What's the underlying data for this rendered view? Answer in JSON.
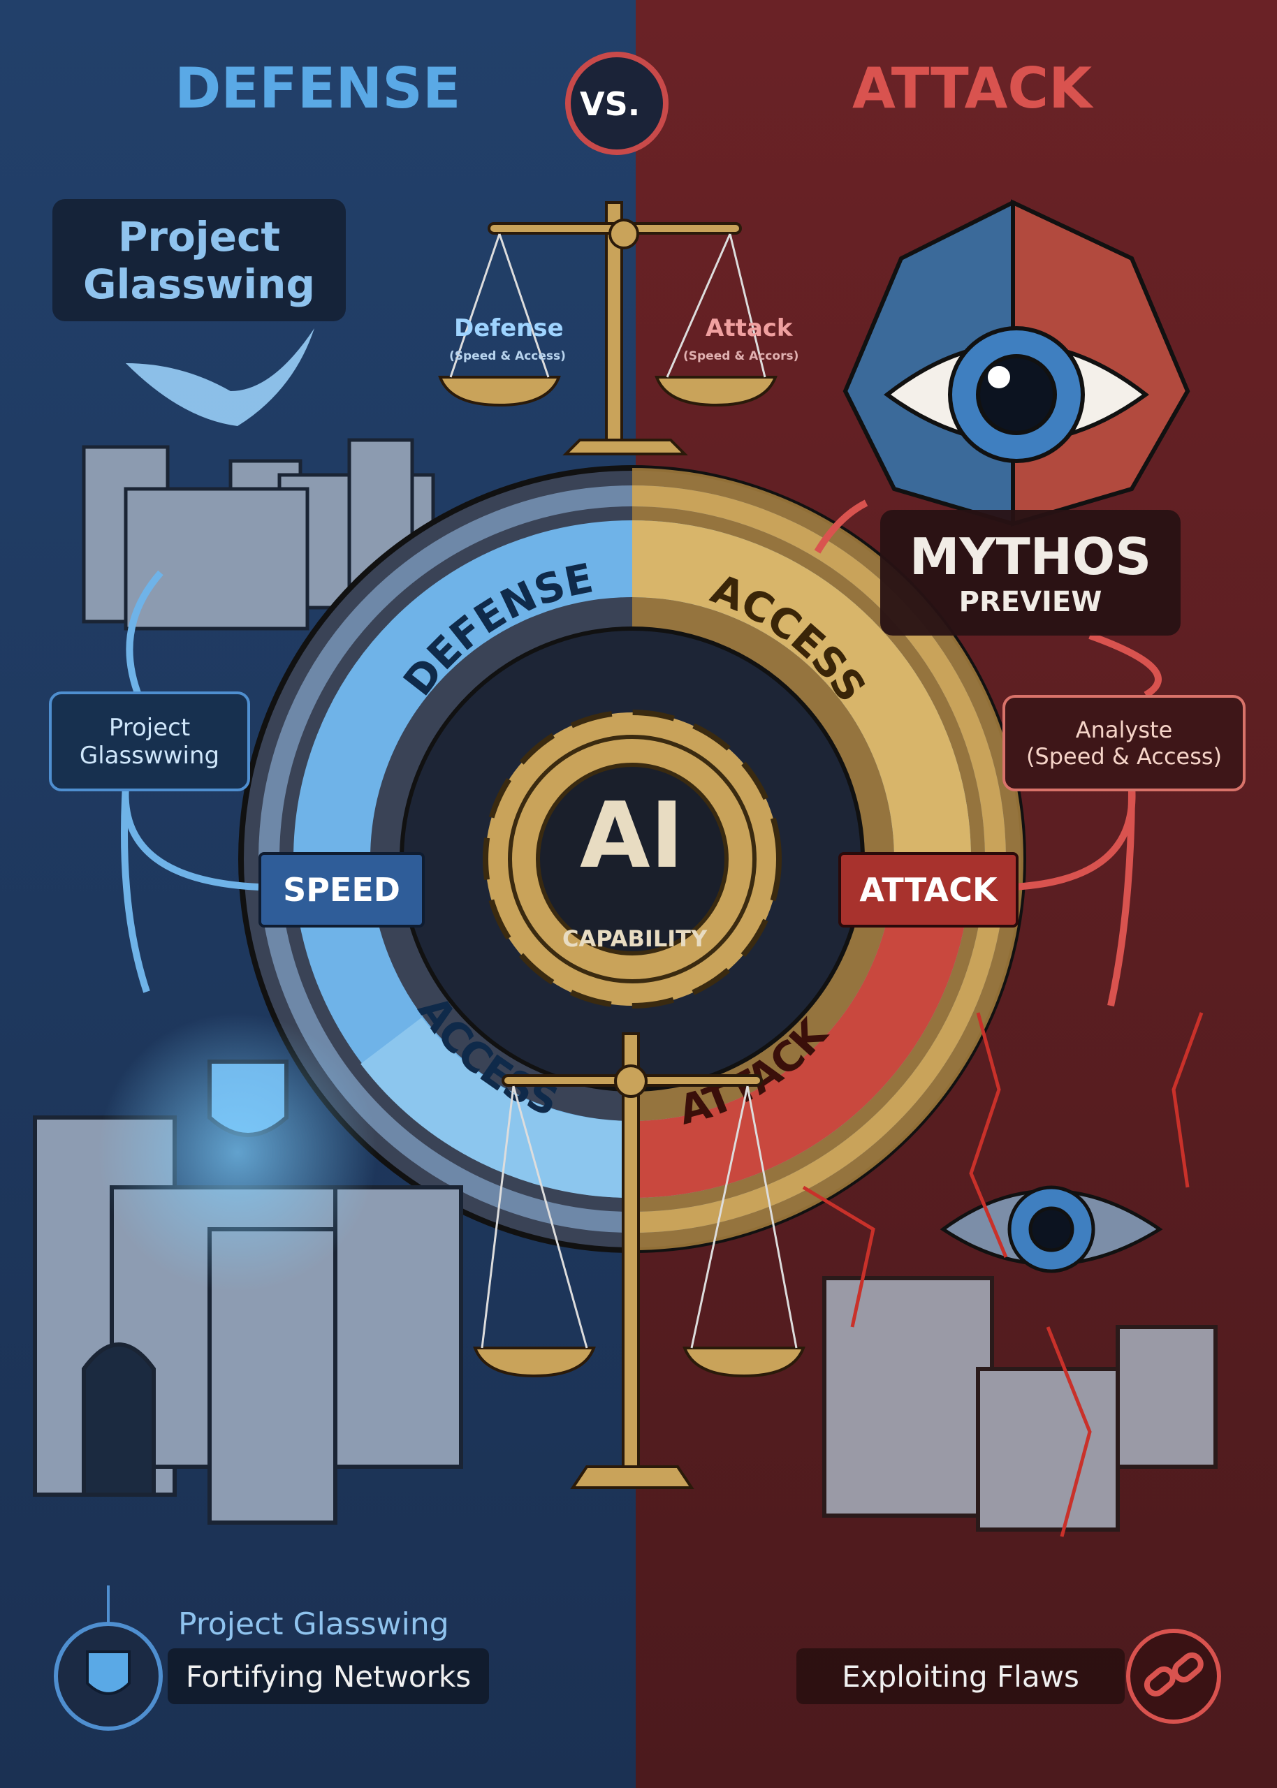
{
  "header": {
    "left": "DEFENSE",
    "vs": "VS.",
    "right": "ATTACK"
  },
  "glasswing_title": {
    "line1": "Project",
    "line2": "Glasswing"
  },
  "top_scale": {
    "left_title": "Defense",
    "left_sub": "(Speed & Access)",
    "right_title": "Attack",
    "right_sub": "(Speed & Accors)"
  },
  "mythos": {
    "title": "MYTHOS",
    "sub": "PREVIEW"
  },
  "left_callout": {
    "line1": "Project",
    "line2": "Glasswwing"
  },
  "right_callout": {
    "line1": "Analyste",
    "line2": "(Speed & Access)"
  },
  "ring": {
    "defense": "DEFENSE",
    "access_top": "ACCESS",
    "access_bottom": "ACCESS",
    "attack_bottom": "ATTACK",
    "speed": "SPEED",
    "attack_side": "ATTACK",
    "center_big": "AI",
    "center_small": "CAPABILITY"
  },
  "footer": {
    "left_title": "Project Glasswing",
    "left_label": "Fortifying Networks",
    "right_label": "Exploiting Flaws"
  },
  "colors": {
    "defense_bg": "#1f3a60",
    "attack_bg": "#5b1e22",
    "gold": "#c9a35a",
    "defense_accent": "#5aa9e6",
    "attack_accent": "#d9534f"
  }
}
